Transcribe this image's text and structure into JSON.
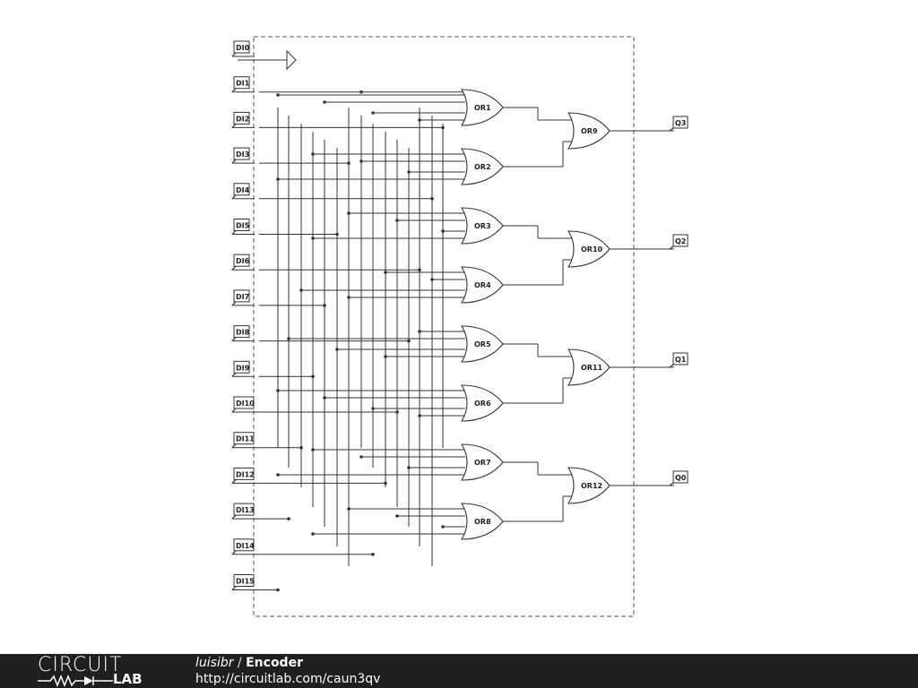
{
  "inputs": [
    "DI0",
    "DI1",
    "DI2",
    "DI3",
    "DI4",
    "DI5",
    "DI6",
    "DI7",
    "DI8",
    "DI9",
    "DI10",
    "DI11",
    "DI12",
    "DI13",
    "DI14",
    "DI15"
  ],
  "first_stage_gates": [
    "OR1",
    "OR2",
    "OR3",
    "OR4",
    "OR5",
    "OR6",
    "OR7",
    "OR8"
  ],
  "second_stage_gates": [
    "OR9",
    "OR10",
    "OR11",
    "OR12"
  ],
  "outputs": [
    "Q3",
    "Q2",
    "Q1",
    "Q0"
  ],
  "footer": {
    "logo_top": "CIRCUIT",
    "logo_bottom": "LAB",
    "author": "luisibr",
    "separator": " / ",
    "title": "Encoder",
    "url": "http://circuitlab.com/caun3qv"
  },
  "colors": {
    "wire": "#333333",
    "footer_bg": "#1f1f1f",
    "footer_text": "#ffffff"
  }
}
